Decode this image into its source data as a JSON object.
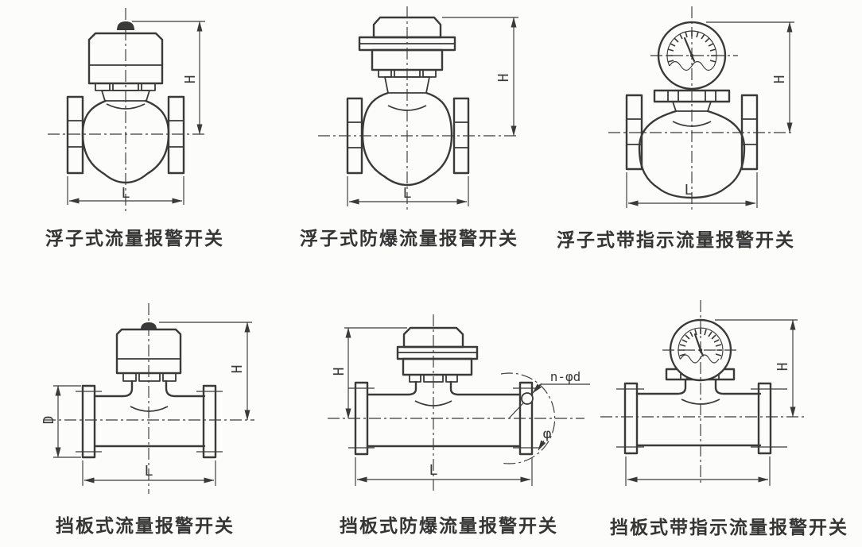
{
  "colors": {
    "line": "#3a3a3a",
    "background": "#fcfcfb"
  },
  "figures": [
    {
      "id": "float-flow-alarm-switch",
      "caption": "浮子式流量报警开关",
      "dims": {
        "H": "H",
        "L": "L"
      }
    },
    {
      "id": "float-explosion-proof-flow-alarm-switch",
      "caption": "浮子式防爆流量报警开关",
      "dims": {
        "H": "H",
        "L": "L"
      }
    },
    {
      "id": "float-with-indicator-flow-alarm-switch",
      "caption": "浮子式带指示流量报警开关",
      "dims": {
        "H": "H",
        "L": "L"
      }
    },
    {
      "id": "baffle-flow-alarm-switch",
      "caption": "挡板式流量报警开关",
      "dims": {
        "H": "H",
        "L": "L",
        "D": "D"
      }
    },
    {
      "id": "baffle-explosion-proof-flow-alarm-switch",
      "caption": "挡板式防爆流量报警开关",
      "dims": {
        "H": "H",
        "L": "L",
        "bolt_holes": "n-φd",
        "bolt_circle": "φ"
      }
    },
    {
      "id": "baffle-with-indicator-flow-alarm-switch",
      "caption": "挡板式带指示流量报警开关",
      "dims": {
        "H": "H"
      }
    }
  ]
}
